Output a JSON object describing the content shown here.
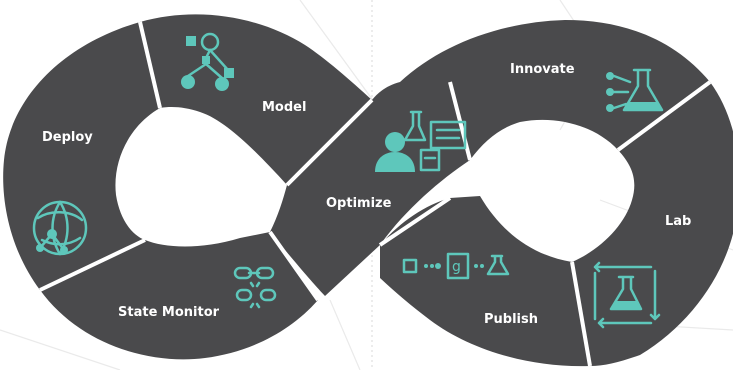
{
  "colors": {
    "segment": "#4a4a4c",
    "accent": "#5ec7bb",
    "background": "#ffffff"
  },
  "stages": {
    "deploy": {
      "label": "Deploy",
      "icon": "globe-network-icon"
    },
    "model": {
      "label": "Model",
      "icon": "model-tree-icon"
    },
    "optimize": {
      "label": "Optimize",
      "icon": "user-flask-dashboard-icon"
    },
    "innovate": {
      "label": "Innovate",
      "icon": "flask-nodes-icon"
    },
    "lab": {
      "label": "Lab",
      "icon": "flask-cycle-icon"
    },
    "publish": {
      "label": "Publish",
      "icon": "publish-pipeline-icon"
    },
    "monitor": {
      "label": "State Monitor",
      "icon": "link-break-icon"
    }
  }
}
